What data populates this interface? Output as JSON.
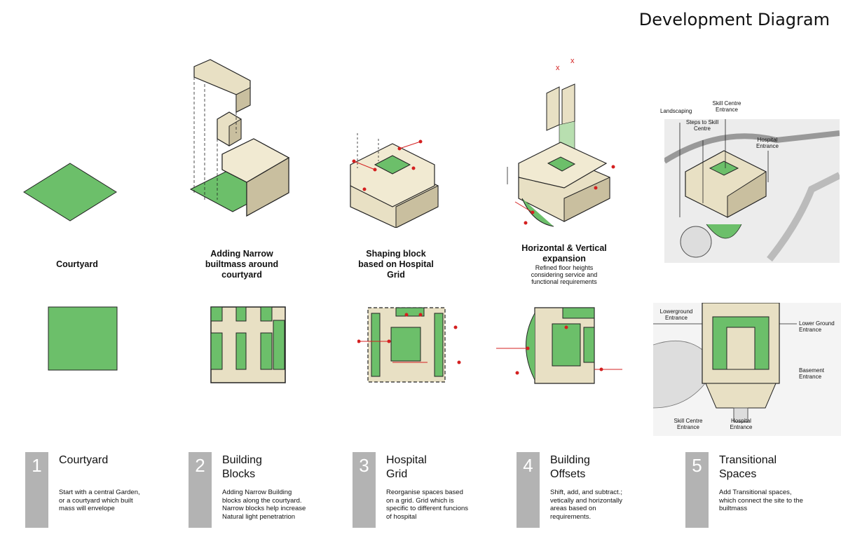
{
  "title": "Development Diagram",
  "colors": {
    "green": "#6cbf6a",
    "beige": "#e8e0c4",
    "dark": "#222222",
    "accent_red": "#d42020",
    "bar_gray": "#b3b3b3"
  },
  "stages": [
    {
      "caption": "Courtyard",
      "subcaption": ""
    },
    {
      "caption": "Adding Narrow builtmass around courtyard",
      "subcaption": ""
    },
    {
      "caption": "Shaping block based on Hospital Grid",
      "subcaption": ""
    },
    {
      "caption": "Horizontal & Vertical expansion",
      "subcaption": "Refined floor heights considering service and functional requirements"
    },
    {
      "caption": "",
      "subcaption": ""
    }
  ],
  "iso_labels": {
    "landscaping": "Landscaping",
    "skill_centre_entrance": "Skill Centre Entrance",
    "steps_to_skill_centre": "Steps to Skill Centre",
    "hospital_entrance": "Hospital Entrance"
  },
  "plan_labels": {
    "lowerground_entrance": "Lowerground Entrance",
    "lower_ground_entrance": "Lower Ground Entrance",
    "basement_entrance": "Basement Entrance",
    "skill_centre_entrance": "Skill Centre Entrance",
    "hospital_entrance": "Hospital Entrance"
  },
  "steps": [
    {
      "number": "1",
      "title": "Courtyard",
      "description": "Start with a central Garden, or a courtyard which built mass will envelope"
    },
    {
      "number": "2",
      "title": "Building Blocks",
      "description": "Adding Narrow Building blocks along the courtyard. Narrow blocks help increase Natural light penetratrion"
    },
    {
      "number": "3",
      "title": "Hospital Grid",
      "description": "Reorganise spaces based on a grid. Grid which is specific to different funcions of hospital"
    },
    {
      "number": "4",
      "title": "Building Offsets",
      "description": "Shift, add, and subtract.; vetically and horizontally areas based on requirements."
    },
    {
      "number": "5",
      "title": "Transitional Spaces",
      "description": "Add Transitional spaces, which connect the site to the builtmass"
    }
  ]
}
